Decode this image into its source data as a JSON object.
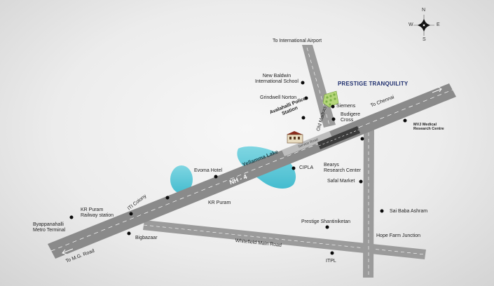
{
  "map": {
    "title": "PRESTIGE TRANQUILITY",
    "compass": {
      "n": "N",
      "s": "S",
      "e": "E",
      "w": "W"
    },
    "roads": {
      "nh4": "NH - 4",
      "whitefield_main_road": "Whitefield Main Road",
      "to_international_airport": "To International Airport",
      "to_chennai": "To Chennai",
      "to_mg_road": "To M.G. Road",
      "old_madras": "Old Madras",
      "service_road": "Service Road"
    },
    "lakes": {
      "yellamma": "Yellamma Lake"
    },
    "landmarks": {
      "new_baldwin": "New Baldwin\nInternational School",
      "grindwell_norton": "Grindwell Norton",
      "siemens": "Siemens",
      "budigere_cross": "Budigere\nCross",
      "avalahalli_police": "Avalahalli Police\nStation",
      "mvj": "MVJ Medical\nResearch Centre",
      "evoma": "Evoma Hotel",
      "cipla": "CIPLA",
      "bearys": "Bearys\nResearch Center",
      "safal": "Safal Market",
      "iti_colony": "ITI Colony",
      "kr_puram_rly": "KR Puram\nRailway station",
      "kr_puram": "KR Puram",
      "byappanahalli": "Byappanahalli\nMetro Terminal",
      "bigbazaar": "Bigbazaar",
      "prestige_shantiniketan": "Prestige Shantiniketan",
      "sai_baba": "Sai Baba Ashram",
      "hope_farm": "Hope Farm Junction",
      "itpl": "ITPL"
    }
  }
}
